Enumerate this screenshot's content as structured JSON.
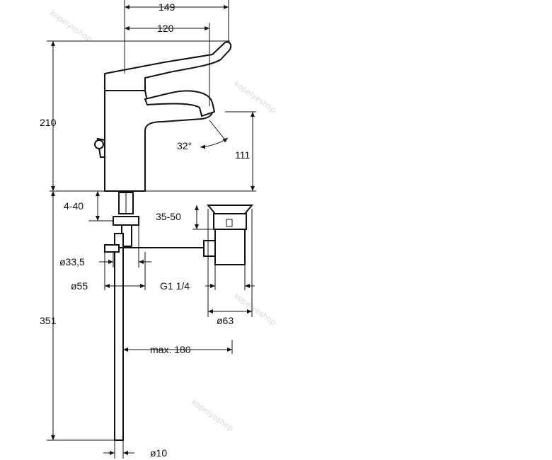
{
  "dimensions": {
    "d149": "149",
    "d120": "120",
    "d210": "210",
    "d32": "32°",
    "d111": "111",
    "d4_40": "4-40",
    "d35_50": "35-50",
    "d33_5": "ø33,5",
    "d55": "ø55",
    "dG1": "G1 1/4",
    "d63": "ø63",
    "d351": "351",
    "dmax180": "max. 180",
    "d10": "ø10"
  },
  "watermark": "kopelyeshop",
  "colors": {
    "line": "#111111",
    "background": "#ffffff",
    "watermark": "#b8b8b8"
  }
}
